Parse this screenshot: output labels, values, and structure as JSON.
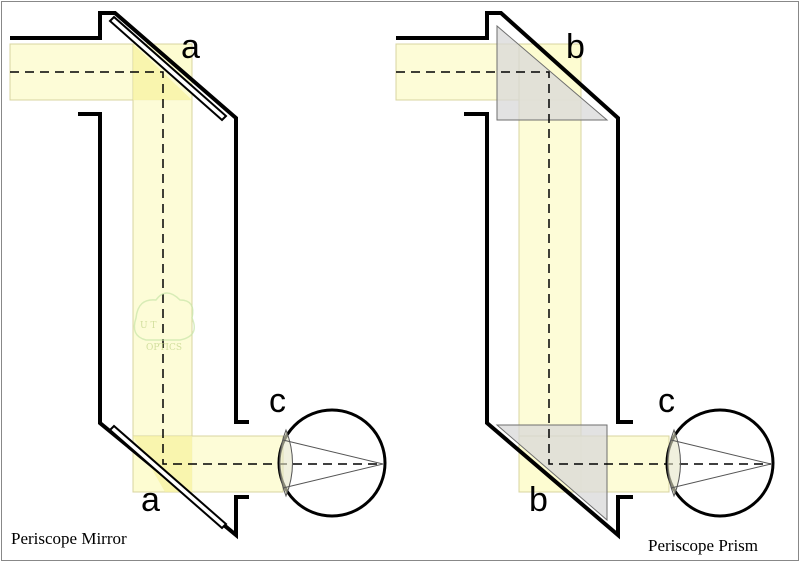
{
  "labels": {
    "mirror_top": "a",
    "mirror_bottom": "a",
    "prism_top": "b",
    "prism_bottom": "b",
    "eye_left": "c",
    "eye_right": "c"
  },
  "captions": {
    "left": "Periscope Mirror",
    "right": "Periscope Prism"
  },
  "colors": {
    "beam": "#fdfbd0",
    "outline": "#000000",
    "prism": "#d8d8d8"
  }
}
